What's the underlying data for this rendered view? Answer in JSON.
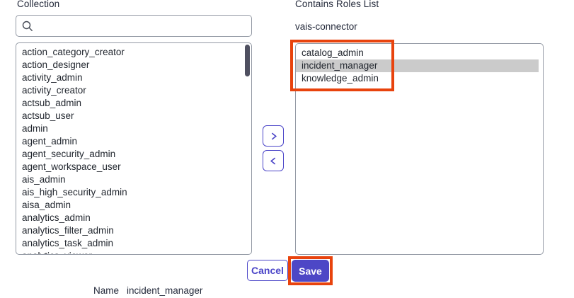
{
  "left_panel": {
    "label": "Collection",
    "search": {
      "value": "",
      "placeholder": ""
    },
    "roles": [
      "action_category_creator",
      "action_designer",
      "activity_admin",
      "activity_creator",
      "actsub_admin",
      "actsub_user",
      "admin",
      "agent_admin",
      "agent_security_admin",
      "agent_workspace_user",
      "ais_admin",
      "ais_high_security_admin",
      "aisa_admin",
      "analytics_admin",
      "analytics_filter_admin",
      "analytics_task_admin",
      "analytics_viewer"
    ]
  },
  "right_panel": {
    "label": "Contains Roles List",
    "group_name": "vais-connector",
    "roles": [
      "catalog_admin",
      "incident_manager",
      "knowledge_admin"
    ],
    "selected_role": "incident_manager"
  },
  "transfer": {
    "move_right_icon": "chevron-right",
    "move_left_icon": "chevron-left"
  },
  "search_icon": "magnifier",
  "footer": {
    "cancel_label": "Cancel",
    "save_label": "Save",
    "name_label": "Name",
    "name_value": "incident_manager"
  },
  "annotations": {
    "roles_box": "orange rectangle around right list roles",
    "save_box": "orange rectangle around Save button"
  },
  "colors": {
    "accent_indigo": "#4b45c8",
    "save_fill": "#4d47c6",
    "annotation_orange": "#e8430d",
    "selection_gray": "#cbcbcb",
    "border_gray": "#949aa5",
    "scrollbar_thumb": "#4f5060",
    "text_dark": "#22272f"
  }
}
